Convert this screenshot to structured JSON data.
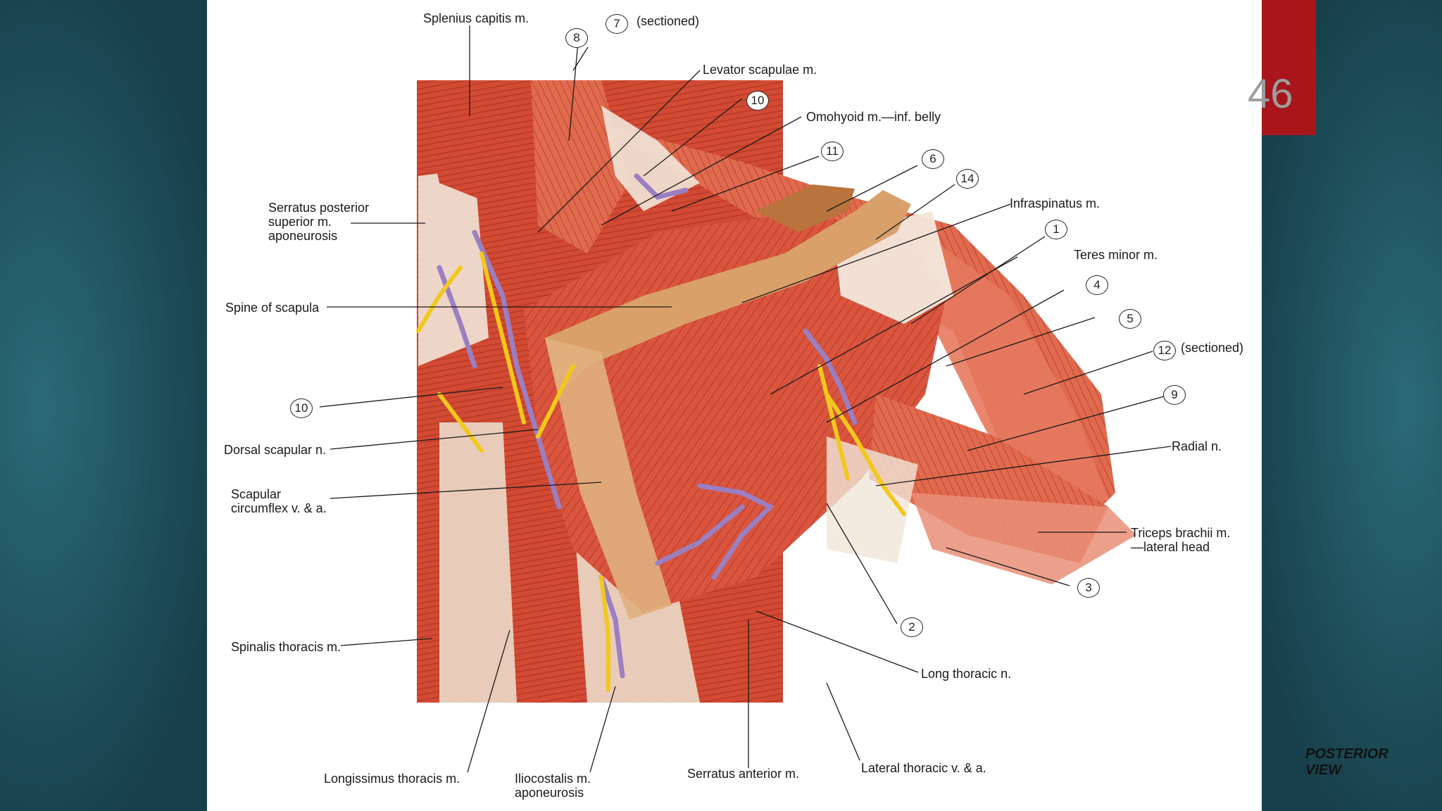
{
  "slide": {
    "page_number": "46"
  },
  "caption": "POSTERIOR VIEW",
  "labels": {
    "splenius_capitis": "Splenius capitis m.",
    "sectioned_7": "(sectioned)",
    "levator_scapulae": "Levator scapulae m.",
    "omohyoid": "Omohyoid m.—inf. belly",
    "serratus_posterior": "Serratus posterior superior m. aponeurosis",
    "infraspinatus": "Infraspinatus m.",
    "teres_minor": "Teres minor m.",
    "spine_of_scapula": "Spine of scapula",
    "sectioned_12": "(sectioned)",
    "dorsal_scapular": "Dorsal scapular n.",
    "radial": "Radial n.",
    "scapular_circumflex": "Scapular circumflex v. & a.",
    "triceps": "Triceps brachii m. —lateral head",
    "spinalis": "Spinalis thoracis m.",
    "long_thoracic": "Long thoracic n.",
    "longissimus": "Longissimus thoracis m.",
    "iliocostalis": "Iliocostalis m. aponeurosis",
    "serratus_anterior": "Serratus anterior m.",
    "lateral_thoracic": "Lateral thoracic v. & a."
  },
  "numbers": {
    "n7": "7",
    "n8": "8",
    "n10a": "10",
    "n11": "11",
    "n6": "6",
    "n14": "14",
    "n1": "1",
    "n4": "4",
    "n5": "5",
    "n12": "12",
    "n9": "9",
    "n10b": "10",
    "n3": "3",
    "n2": "2"
  },
  "colors": {
    "page_tab": "#a8161b",
    "muscle": "#d9553d",
    "nerve": "#f2c81c",
    "vein": "#9a7fc2",
    "bone": "#d9a06a"
  }
}
